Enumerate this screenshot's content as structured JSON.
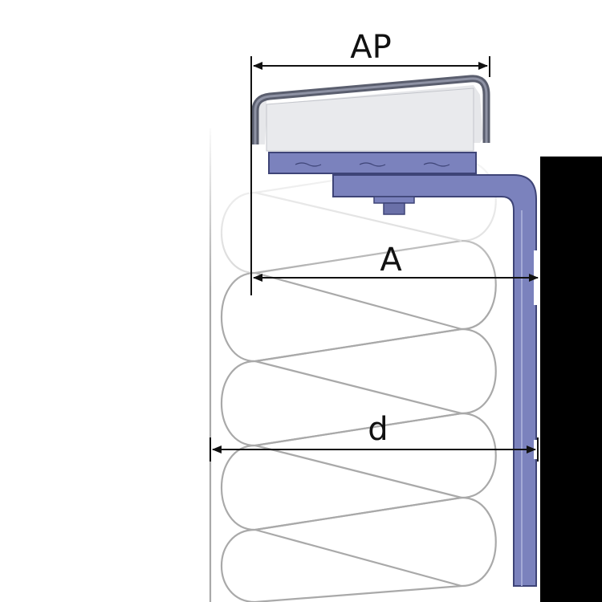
{
  "labels": {
    "ap": "AP",
    "a": "A",
    "d": "d"
  },
  "colors": {
    "wall": "#000000",
    "bracket": "#7b82bd",
    "bracket_stroke": "#3e4477",
    "coping_cap": "#5a5e6e",
    "coping_body": "#e6e7ea",
    "insulation": "#a9a9a9",
    "dimension_line": "#111111"
  }
}
